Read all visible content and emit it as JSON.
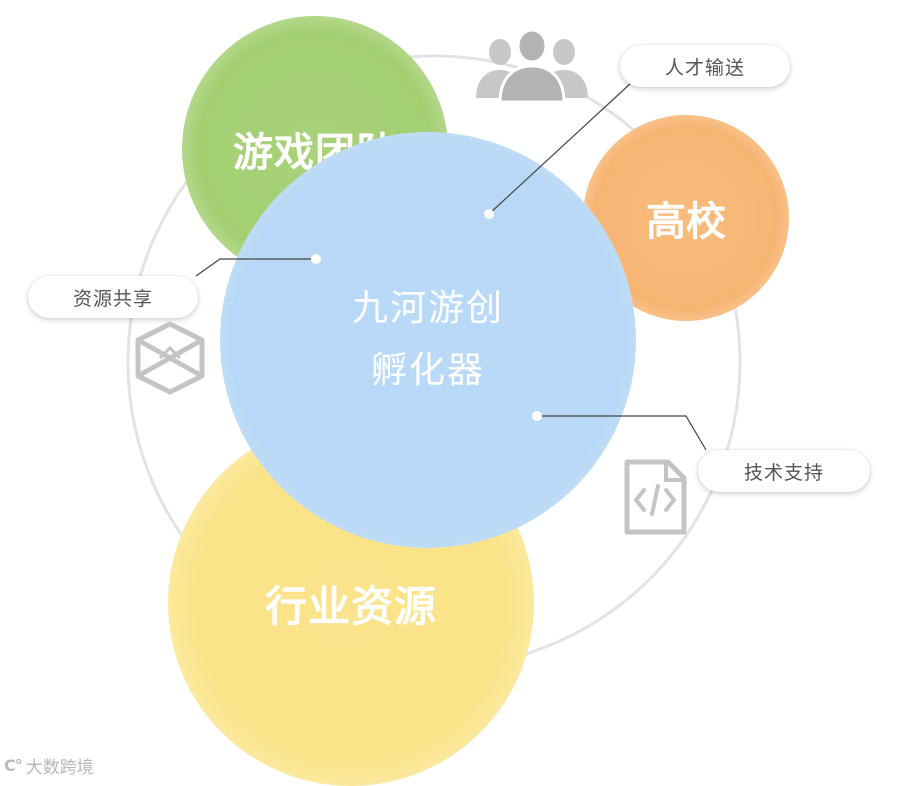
{
  "center": {
    "line1": "九河游创",
    "line2": "孵化器"
  },
  "nodes": {
    "game_team": "游戏团队",
    "university": "高校",
    "industry": "行业资源"
  },
  "labels": {
    "talent": "人才输送",
    "resource_sharing": "资源共享",
    "tech_support": "技术支持"
  },
  "icons": [
    "people-icon",
    "box-icon",
    "code-file-icon"
  ],
  "watermark": {
    "mark": "C°",
    "text": "大数跨境"
  },
  "colors": {
    "green": "#a3cf72",
    "orange": "#f7b574",
    "yellow": "#fbe387",
    "blue": "#b7d8f6",
    "ring": "#e2e2e2",
    "icon_gray": "#c8c8c8"
  }
}
